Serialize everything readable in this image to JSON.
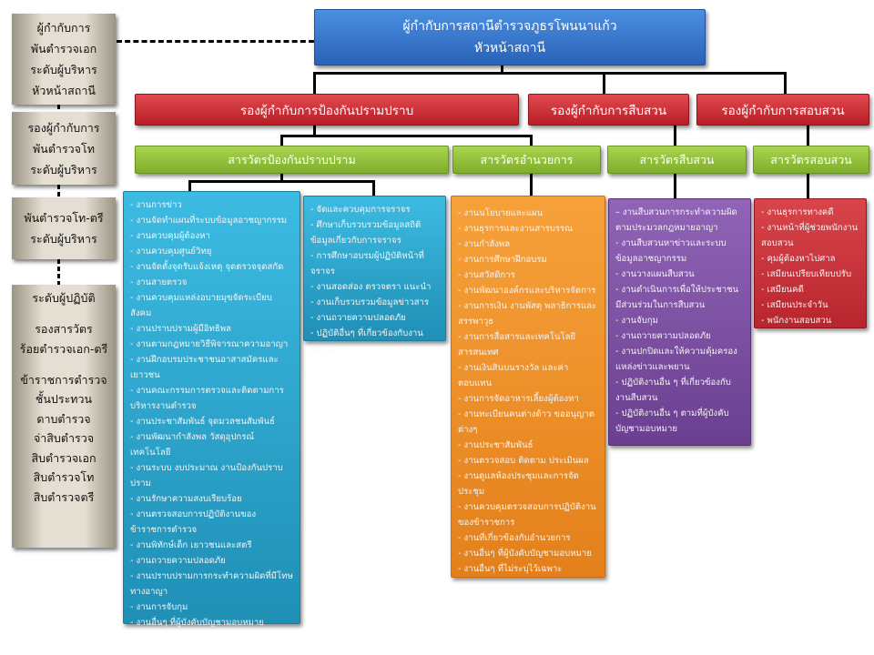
{
  "top": {
    "line1": "ผู้กำกับการสถานีตำรวจภูธรโพนนาแก้ว",
    "line2": "หัวหน้าสถานี"
  },
  "deputies": [
    "รองผู้กำกับการป้องกันปรามปราบ",
    "รองผู้กำกับการสืบสวน",
    "รองผู้กำกับการสอบสวน"
  ],
  "inspectors": [
    "สารวัตรป้องกันปราบปราม",
    "สารวัตรอำนวยการ",
    "สารวัตรสืบสวน",
    "สารวัตรสอบสวน"
  ],
  "ranks": [
    {
      "lines": [
        "ผู้กำกับการ",
        "พันตำรวจเอก",
        "ระดับผู้บริหาร",
        "หัวหน้าสถานี"
      ]
    },
    {
      "lines": [
        "รองผู้กำกับการ",
        "พันตำรวจโท",
        "ระดับผู้บริหาร"
      ]
    },
    {
      "lines": [
        "พันตำรวจโท-ตรี",
        "ระดับผู้บริหาร"
      ]
    },
    {
      "lines": [
        "ระดับผู้ปฏิบัติ",
        "",
        "รองสารวัตร",
        "ร้อยตำรวจเอก-ตรี",
        "",
        "ข้าราชการตำรวจ",
        "ชั้นประทวน",
        "ดาบตำรวจ",
        "จ่าสิบตำรวจ",
        "สิบตำรวจเอก",
        "สิบตำรวจโท",
        "สิบตำรวจตรี"
      ]
    }
  ],
  "lists": {
    "prevention": [
      "- งานการข่าว",
      "- งานจัดทำแผนที่ระบบข้อมูลอาชญากรรม",
      "- งานควบคุมผู้ต้องหา",
      "- งานควบคุมศูนย์วิทยุ",
      "- งานจัดตั้งจุดรับแจ้งเหตุ จุดตรวจจุดสกัด",
      "- งานสายตรวจ",
      "- งานควบคุมแหล่งอบายมุขจัดระเบียบสังคม",
      "- งานปราบปรามผู้มีอิทธิพล",
      "- งานตามกฎหมายวิธีพิจารณาความอาญา",
      "- งานฝึกอบรมประชาชนอาสาสมัครและเยาวชน",
      "- งานคณะกรรมการตรวจและติดตามการบริหารงานตำรวจ",
      "- งานประชาสัมพันธ์ จุดมวลชนสัมพันธ์",
      "- งานพัฒนากำลังพล วัสดุอุปกรณ์ เทคโนโลยี",
      "- งานระบบ งบประมาณ งานป้องกันปราบปราม",
      "- งานรักษาความสงบเรียบร้อย",
      "- งานตรวจสอบการปฏิบัติงานของข้าราชการตำรวจ",
      "- งานพิทักษ์เด็ก เยาวชนและสตรี",
      "- งานถวายความปลอดภัย",
      "- งานปราบปรามการกระทำความผิดที่มีโทษทางอาญา",
      "- งานการจับกุม",
      "- งานอื่นๆ ที่ผู้บังคับบัญชามอบหมาย"
    ],
    "traffic": [
      "- จัดและควบคุมการจราจร",
      "- ศึกษาเก็บรวบรวมข้อมูลสถิติข้อมูลเกี่ยวกับการจราจร",
      "- การศึกษาอบรมผู้ปฏิบัติหน้าที่จราจร",
      "- งานสอดส่อง ตรวจตรา แนะนำ",
      "- งานเก็บรวบรวมข้อมูลข่าวสาร",
      "- งานถวายความปลอดภัย",
      "- ปฏิบัติอื่นๆ ที่เกี่ยวข้องกับงานจราจร"
    ],
    "admin": [
      "- งานนโยบายและแผน",
      "- งานธุรการและงานสารบรรณ",
      "- งานกำลังพล",
      "- งานการศึกษาฝึกอบรม",
      "- งานสวัสดิการ",
      "- งานพัฒนาองค์กรและบริหารจัดการ",
      "- งานการเงิน งานพัสดุ พลาธิการและสรรพาวุธ",
      "- งานการสื่อสารและเทคโนโลยีสารสนเทศ",
      "- งานเงินสินบนรางวัล และค่าตอบแทน",
      "- งานการจัดอาหารเลี้ยงผู้ต้องหา",
      "- งานทะเบียนคนต่างด้าว ขออนุญาตต่างๆ",
      "- งานประชาสัมพันธ์",
      "- งานตรวจสอบ ติดตาม ประเมินผล",
      "- งานดูแลห้องประชุมและการจัดประชุม",
      "- งานควบคุมตรวจสอบการปฏิบัติงานของข้าราชการ",
      "- งานที่เกี่ยวข้องกับอำนวยการ",
      "- งานอื่นๆ  ที่ผู้บังคับบัญชามอบหมาย",
      "- งานอื่นๆ  ที่ไม่ระบุไว้เฉพาะ"
    ],
    "investigation": [
      "– งานสืบสวนการกระทำความผิดตามประมวลกฎหมายอาญา",
      "- งานสืบสวนหาข่าวและระบบข้อมูลอาชญากรรม",
      "- งานวางแผนสืบสวน",
      "- งานดำเนินการเพื่อให้ประชาชนมีส่วนร่วมในการสืบสวน",
      "- งานจับกุม",
      "- งานถวายความปลอดภัย",
      "- งานปกปิดและให้ความคุ้มครองแหล่งข่าวและพยาน",
      "- ปฏิบัติงานอื่น ๆ ที่เกี่ยวข้องกับงานสืบสวน",
      "- ปฏิบัติงานอื่น ๆ ตามที่ผู้บังคับบัญชามอบหมาย"
    ],
    "inquiry": [
      "- งานธุรการทางคดี",
      "- งานหน้าที่ผู้ช่วยพนักงานสอบสวน",
      "- คุมผู้ต้องหาไปศาล",
      "- เสมียนเปรียบเทียบปรับ",
      "- เสมียนคดี",
      "- เสมียนประจำวัน",
      "- พนักงานสอบสวน"
    ]
  },
  "colors": {
    "top": "#2f6fc7",
    "deputy": "#c8232c",
    "inspector": "#8fbf3a",
    "prevention": "#2aa6cf",
    "admin": "#f0901e",
    "investigation": "#7e4fa0",
    "inquiry": "#c8323a"
  }
}
